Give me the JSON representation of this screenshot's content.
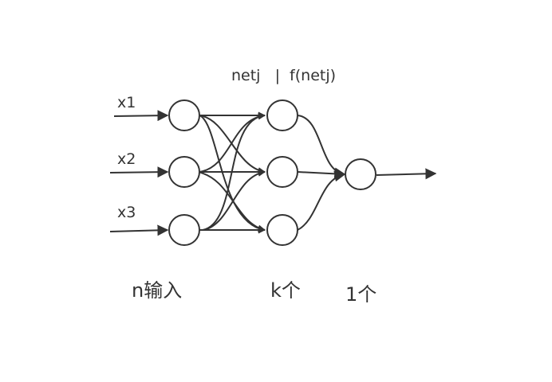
{
  "diagram": {
    "inputs": [
      "x1",
      "x2",
      "x3"
    ],
    "hidden_header": "netj   |  f(netj)",
    "layer_captions": {
      "input": "n输入",
      "hidden": "k个",
      "output": "1个"
    }
  },
  "colors": {
    "stroke": "#333333",
    "background": "#ffffff"
  }
}
